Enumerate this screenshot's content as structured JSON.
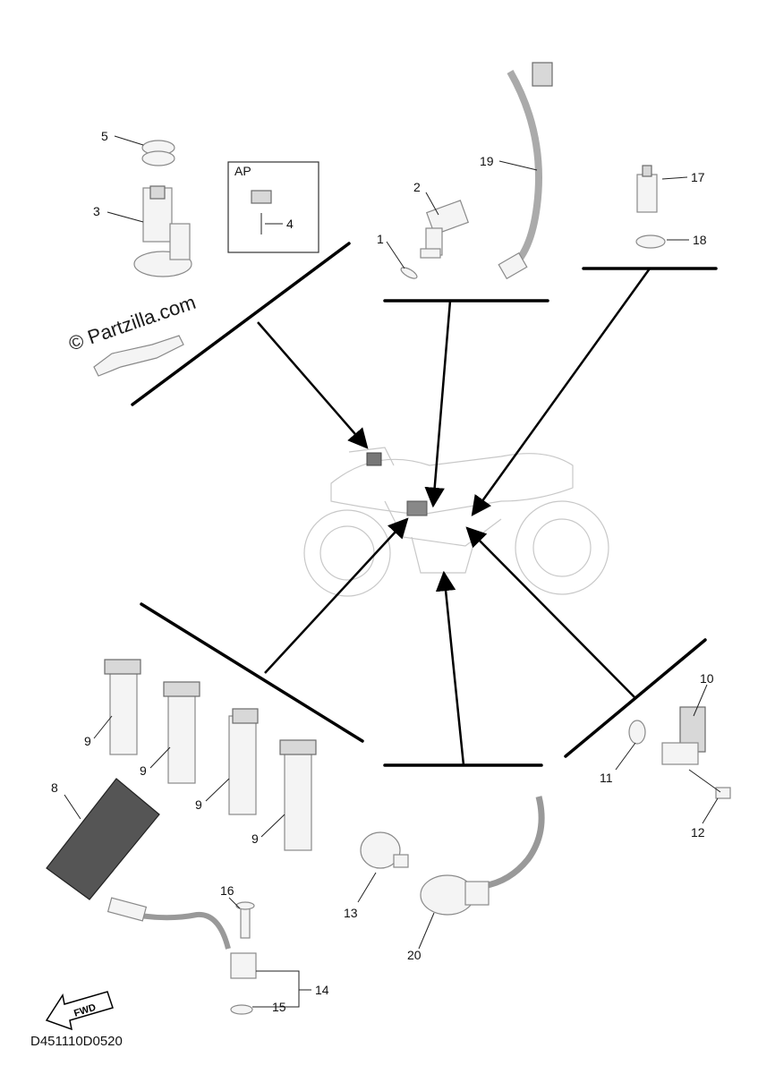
{
  "diagram": {
    "code": "D451110D0520",
    "watermark": "© Partzilla.com",
    "inset_label": "AP",
    "fwd_label": "FWD",
    "callouts": {
      "c1": "1",
      "c2": "2",
      "c3": "3",
      "c4": "4",
      "c5": "5",
      "c8": "8",
      "c9a": "9",
      "c9b": "9",
      "c9c": "9",
      "c9d": "9",
      "c10": "10",
      "c11": "11",
      "c12": "12",
      "c13": "13",
      "c14": "14",
      "c15": "15",
      "c16": "16",
      "c17": "17",
      "c18": "18",
      "c19": "19",
      "c20": "20"
    }
  }
}
